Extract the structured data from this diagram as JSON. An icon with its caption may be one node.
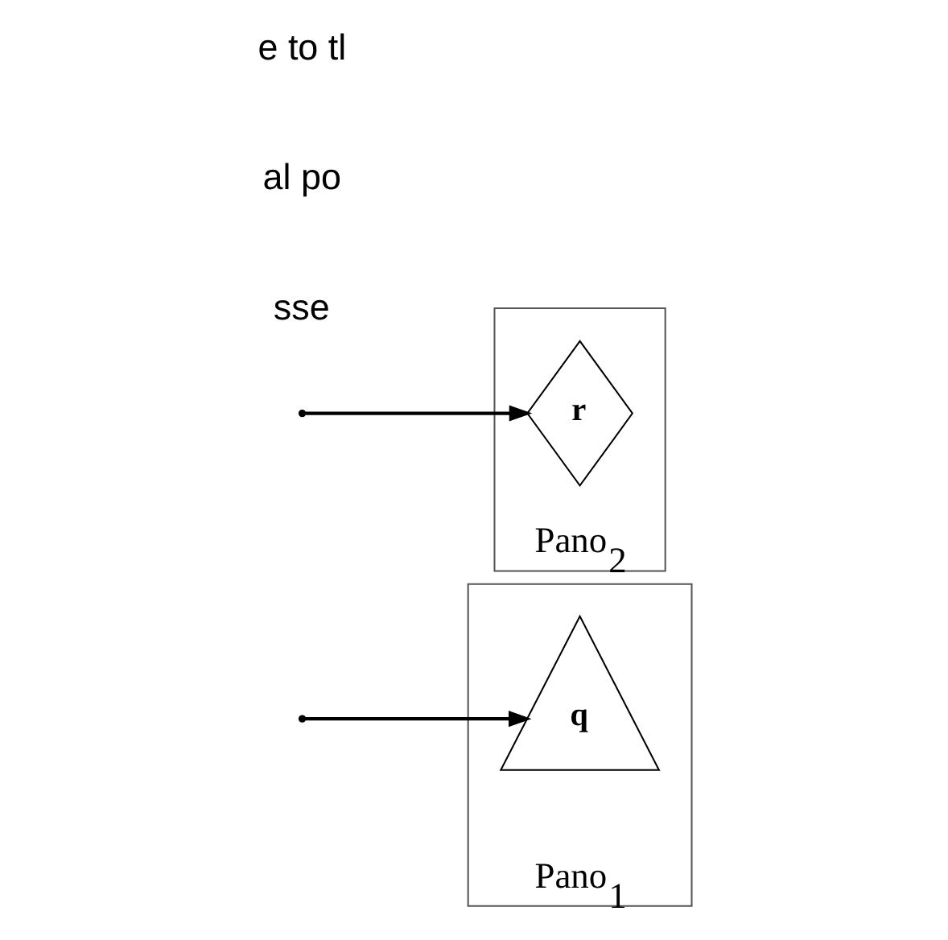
{
  "diagram": {
    "nodes": [
      {
        "text": [
          "Pano$_{1}$"
        ]
      },
      {
        "text": [
          "q"
        ],
        "in": 0
      },
      {
        "text": [
          "Pano$_{2}$"
        ]
      },
      {
        "text": [
          "r"
        ],
        "in": 2
      }
    ],
    "edges": [
      {
        "from": null,
        "to": 1,
        "arrow": "to"
      },
      {
        "from": null,
        "to": 3,
        "arrow": "to"
      }
    ],
    "labels": [
      "sse",
      "al po",
      "e to tl"
    ]
  }
}
